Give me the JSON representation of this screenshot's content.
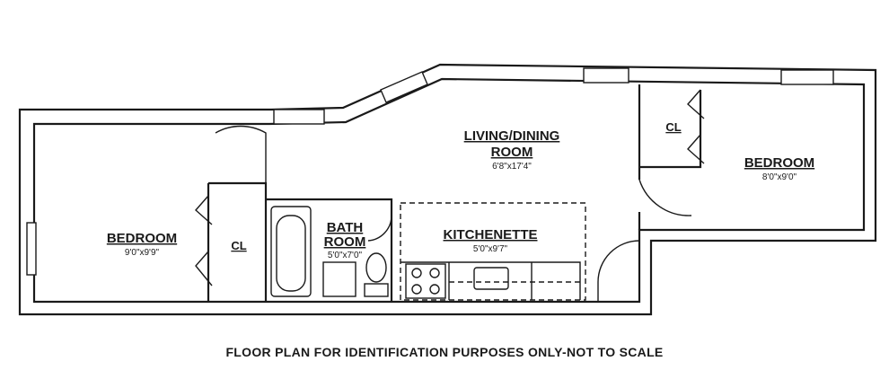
{
  "rooms": {
    "living_dining": {
      "line1": "LIVING/DINING",
      "line2": "ROOM",
      "dims": "6'8\"x17'4\""
    },
    "bedroom_left": {
      "label": "BEDROOM",
      "dims": "9'0\"x9'9\""
    },
    "bedroom_right": {
      "label": "BEDROOM",
      "dims": "8'0\"x9'0\""
    },
    "bath": {
      "line1": "BATH",
      "line2": "ROOM",
      "dims": "5'0\"x7'0\""
    },
    "kitchenette": {
      "label": "KITCHENETTE",
      "dims": "5'0\"x9'7\""
    },
    "closet_left": {
      "label": "CL"
    },
    "closet_right": {
      "label": "CL"
    }
  },
  "footer": {
    "note": "FLOOR PLAN FOR IDENTIFICATION PURPOSES ONLY-NOT TO SCALE"
  }
}
